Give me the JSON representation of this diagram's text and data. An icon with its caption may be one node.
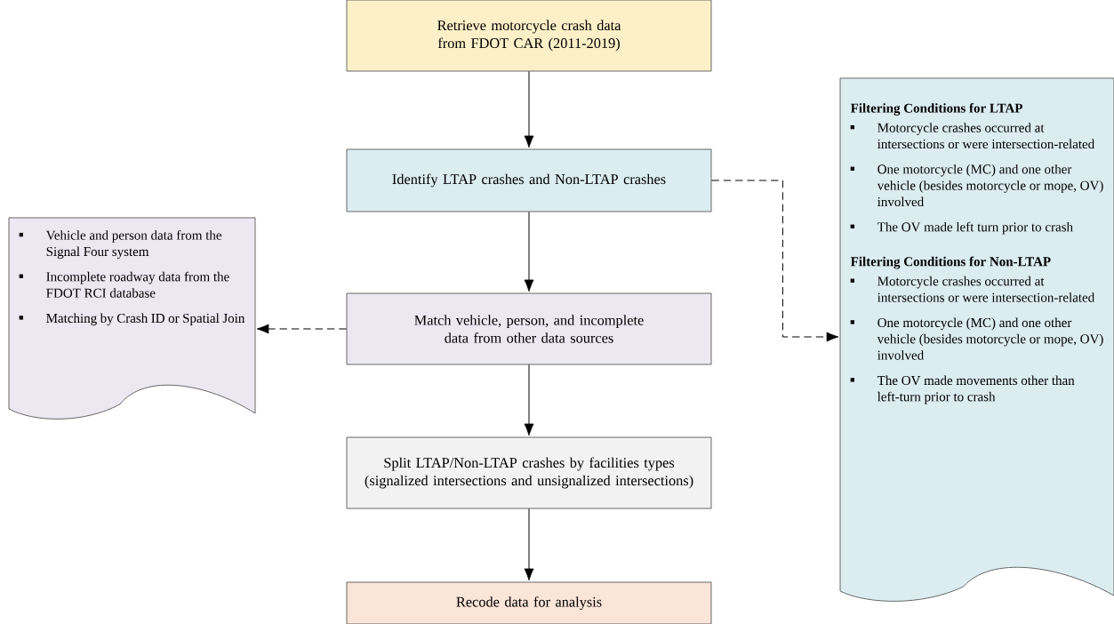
{
  "diagram": {
    "nodes": [
      {
        "text": [
          "Retrieve motorcycle crash data from FDOT CAR (2011-2019)"
        ]
      },
      {
        "text": [
          "Identify LTAP crashes and Non-LTAP crashes"
        ]
      },
      {
        "text": [
          "Match vehicle, person, and incomplete data from other data sources"
        ]
      },
      {
        "text": [
          "Split LTAP/Non-LTAP crashes by facilities types (signalized intersections and unsignalized intersections)"
        ]
      },
      {
        "text": [
          "Recode data for analysis"
        ]
      },
      {
        "text": [
          "Vehicle and person data from the Signal Four system",
          "Incomplete roadway data from the FDOT RCI database",
          "Matching by Crash ID or Spatial Join"
        ]
      },
      {
        "text": [
          "Filtering Conditions for LTAP",
          "Motorcycle crashes occurred at intersections or were intersection-related",
          "One motorcycle (MC) and one other vehicle (besides motorcycle or mope, OV) involved",
          "The OV made left turn prior to crash",
          "Filtering Conditions for Non-LTAP",
          "Motorcycle crashes occurred at intersections or were intersection-related",
          "One motorcycle (MC) and one other vehicle (besides motorcycle or mope, OV) involved",
          "The OV made movements other than left-turn prior to crash"
        ]
      }
    ],
    "edges": [
      {
        "from": 0,
        "to": 1,
        "arrow": "to"
      },
      {
        "from": 1,
        "to": 2,
        "arrow": "to"
      },
      {
        "from": 2,
        "to": 3,
        "arrow": "to"
      },
      {
        "from": 3,
        "to": 4,
        "arrow": "to"
      },
      {
        "from": 2,
        "to": 5,
        "arrow": "to",
        "style": "dashed"
      },
      {
        "from": 1,
        "to": 6,
        "arrow": "to",
        "style": "dashed"
      }
    ]
  }
}
